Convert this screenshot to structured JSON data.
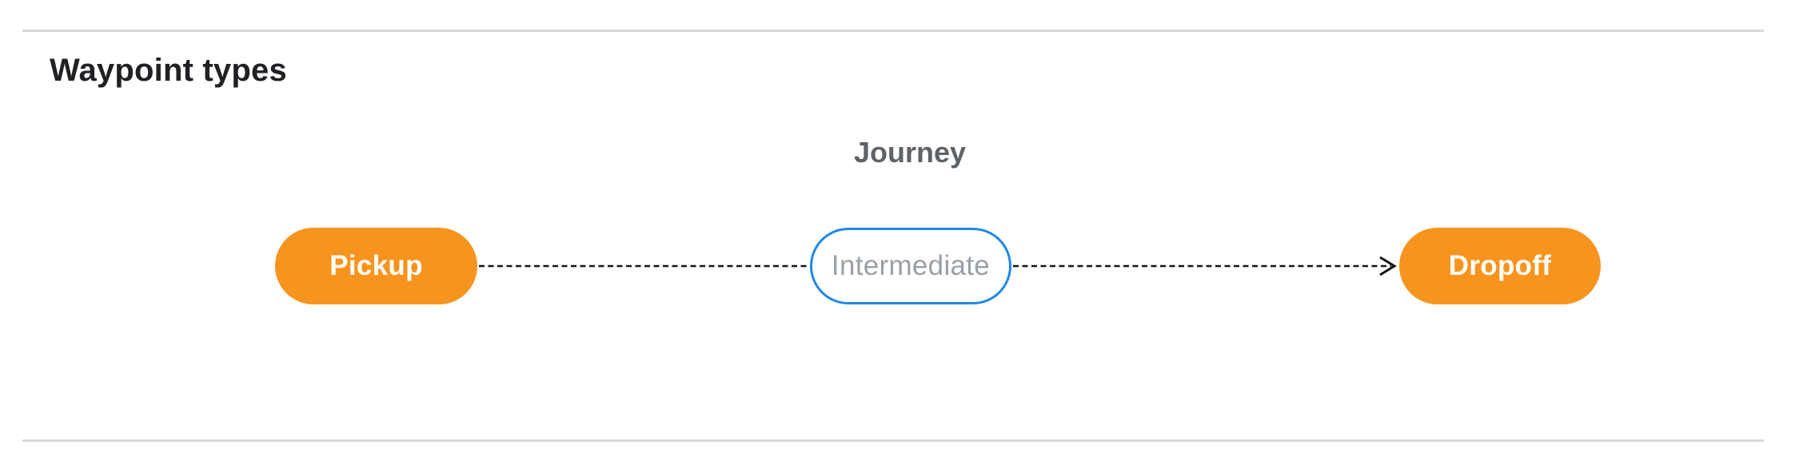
{
  "page": {
    "title": "Waypoint types"
  },
  "diagram": {
    "label": "Journey",
    "nodes": [
      {
        "id": "pickup",
        "label": "Pickup",
        "type": "terminal"
      },
      {
        "id": "intermediate",
        "label": "Intermediate",
        "type": "intermediate"
      },
      {
        "id": "dropoff",
        "label": "Dropoff",
        "type": "terminal"
      }
    ],
    "edges": [
      {
        "from": "pickup",
        "to": "intermediate",
        "style": "dashed",
        "arrow": false
      },
      {
        "from": "intermediate",
        "to": "dropoff",
        "style": "dashed",
        "arrow": true
      }
    ]
  },
  "colors": {
    "terminal_fill": "#f7941e",
    "terminal_text": "#ffffff",
    "intermediate_border": "#1e88e5",
    "intermediate_text": "#9aa0a6",
    "journey_label": "#5f6368",
    "heading_text": "#202124",
    "divider": "#d9d9d9",
    "connector": "#141414"
  }
}
